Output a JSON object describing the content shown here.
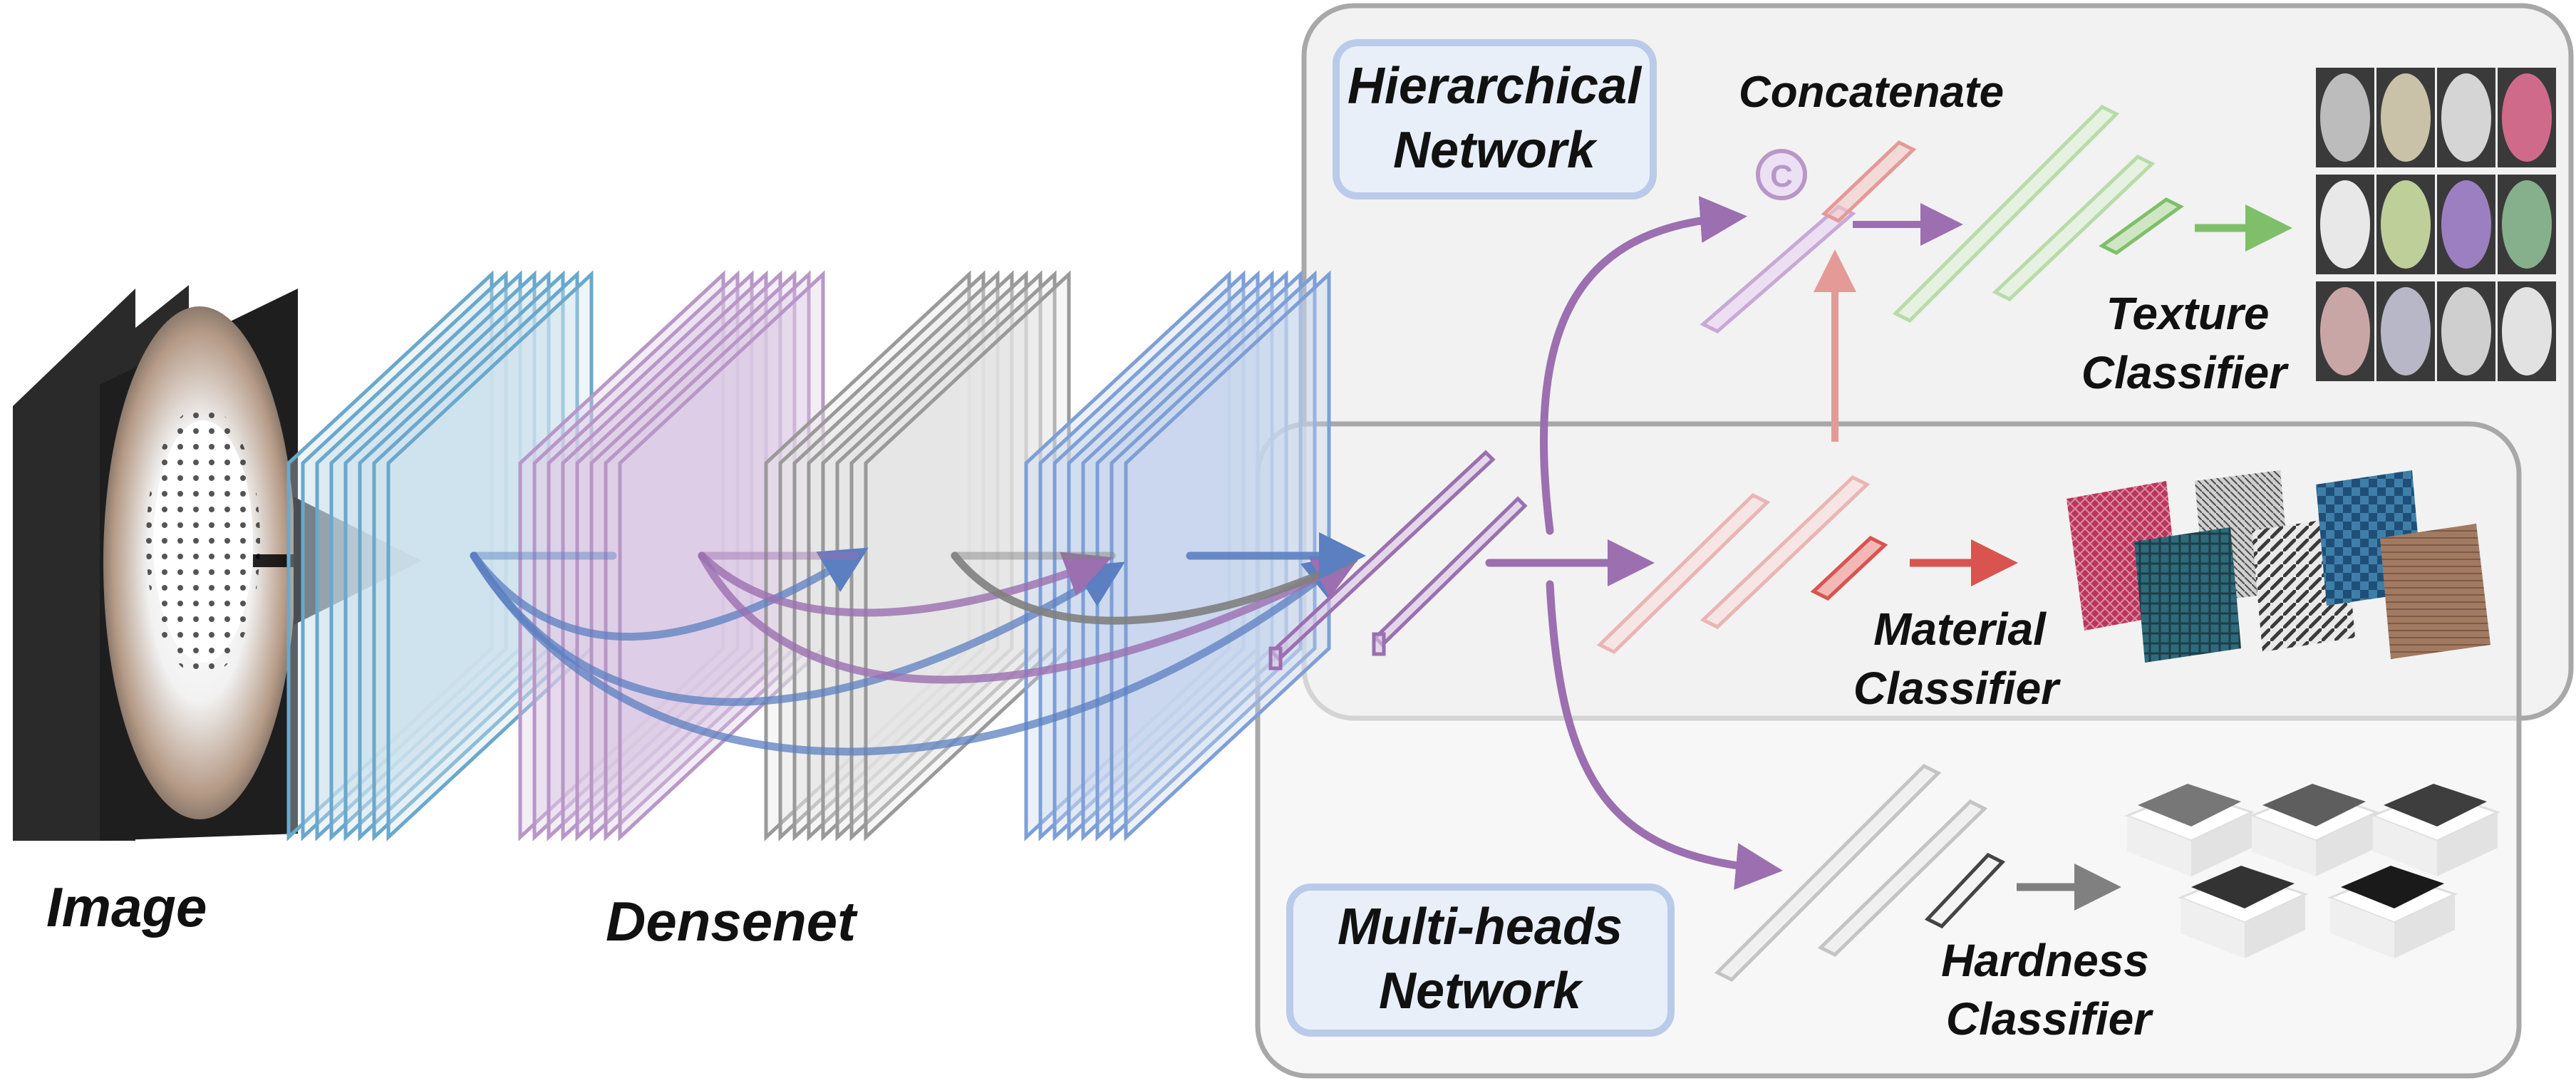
{
  "labels": {
    "image": "Image",
    "densenet": "Densenet",
    "hierarchical_line1": "Hierarchical",
    "hierarchical_line2": "Network",
    "multiheads_line1": "Multi-heads",
    "multiheads_line2": "Network",
    "concatenate": "Concatenate",
    "concat_symbol": "C",
    "texture_line1": "Texture",
    "texture_line2": "Classifier",
    "material_line1": "Material",
    "material_line2": "Classifier",
    "hardness_line1": "Hardness",
    "hardness_line2": "Classifier"
  },
  "colors": {
    "blue": "#5b7fc0",
    "teal_blue": "#6aa8cc",
    "purple": "#9b6fb0",
    "gray": "#808080",
    "red": "#d9534f",
    "green": "#7fbf6a",
    "box_border": "#a8a8a8",
    "label_box_fill": "#e8eff9",
    "label_box_border": "#b9cbe8"
  },
  "icons": {
    "input_image": "tactile-image-stack",
    "texture_samples": "texture-thumbnail-grid",
    "material_samples": "fabric-swatches",
    "hardness_samples": "hardness-blocks"
  }
}
